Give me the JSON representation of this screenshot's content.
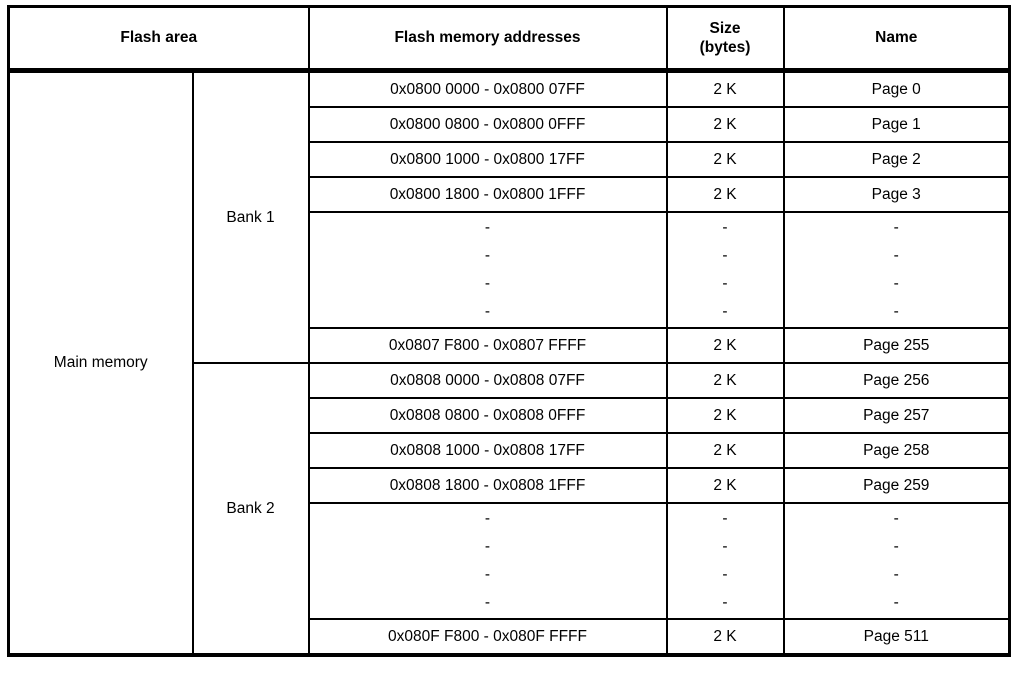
{
  "header": {
    "flash_area": "Flash area",
    "addresses": "Flash memory addresses",
    "size_line1": "Size",
    "size_line2": "(bytes)",
    "name": "Name"
  },
  "main_label": "Main memory",
  "dash": "-",
  "banks": [
    {
      "label": "Bank 1",
      "rows": [
        {
          "addr": "0x0800 0000 - 0x0800 07FF",
          "size": "2 K",
          "name": "Page 0"
        },
        {
          "addr": "0x0800 0800 - 0x0800 0FFF",
          "size": "2 K",
          "name": "Page 1"
        },
        {
          "addr": "0x0800 1000 - 0x0800 17FF",
          "size": "2 K",
          "name": "Page 2"
        },
        {
          "addr": "0x0800 1800 - 0x0800 1FFF",
          "size": "2 K",
          "name": "Page 3"
        },
        {
          "addr": "0x0807 F800 - 0x0807 FFFF",
          "size": "2 K",
          "name": "Page 255"
        }
      ]
    },
    {
      "label": "Bank 2",
      "rows": [
        {
          "addr": "0x0808 0000 - 0x0808 07FF",
          "size": "2 K",
          "name": "Page 256"
        },
        {
          "addr": "0x0808 0800 - 0x0808 0FFF",
          "size": "2 K",
          "name": "Page 257"
        },
        {
          "addr": "0x0808 1000 - 0x0808 17FF",
          "size": "2 K",
          "name": "Page 258"
        },
        {
          "addr": "0x0808 1800 - 0x0808 1FFF",
          "size": "2 K",
          "name": "Page 259"
        },
        {
          "addr": "0x080F F800 - 0x080F FFFF",
          "size": "2 K",
          "name": "Page 511"
        }
      ]
    }
  ],
  "colors": {
    "border": "#000000",
    "text": "#000000",
    "background": "#ffffff"
  }
}
